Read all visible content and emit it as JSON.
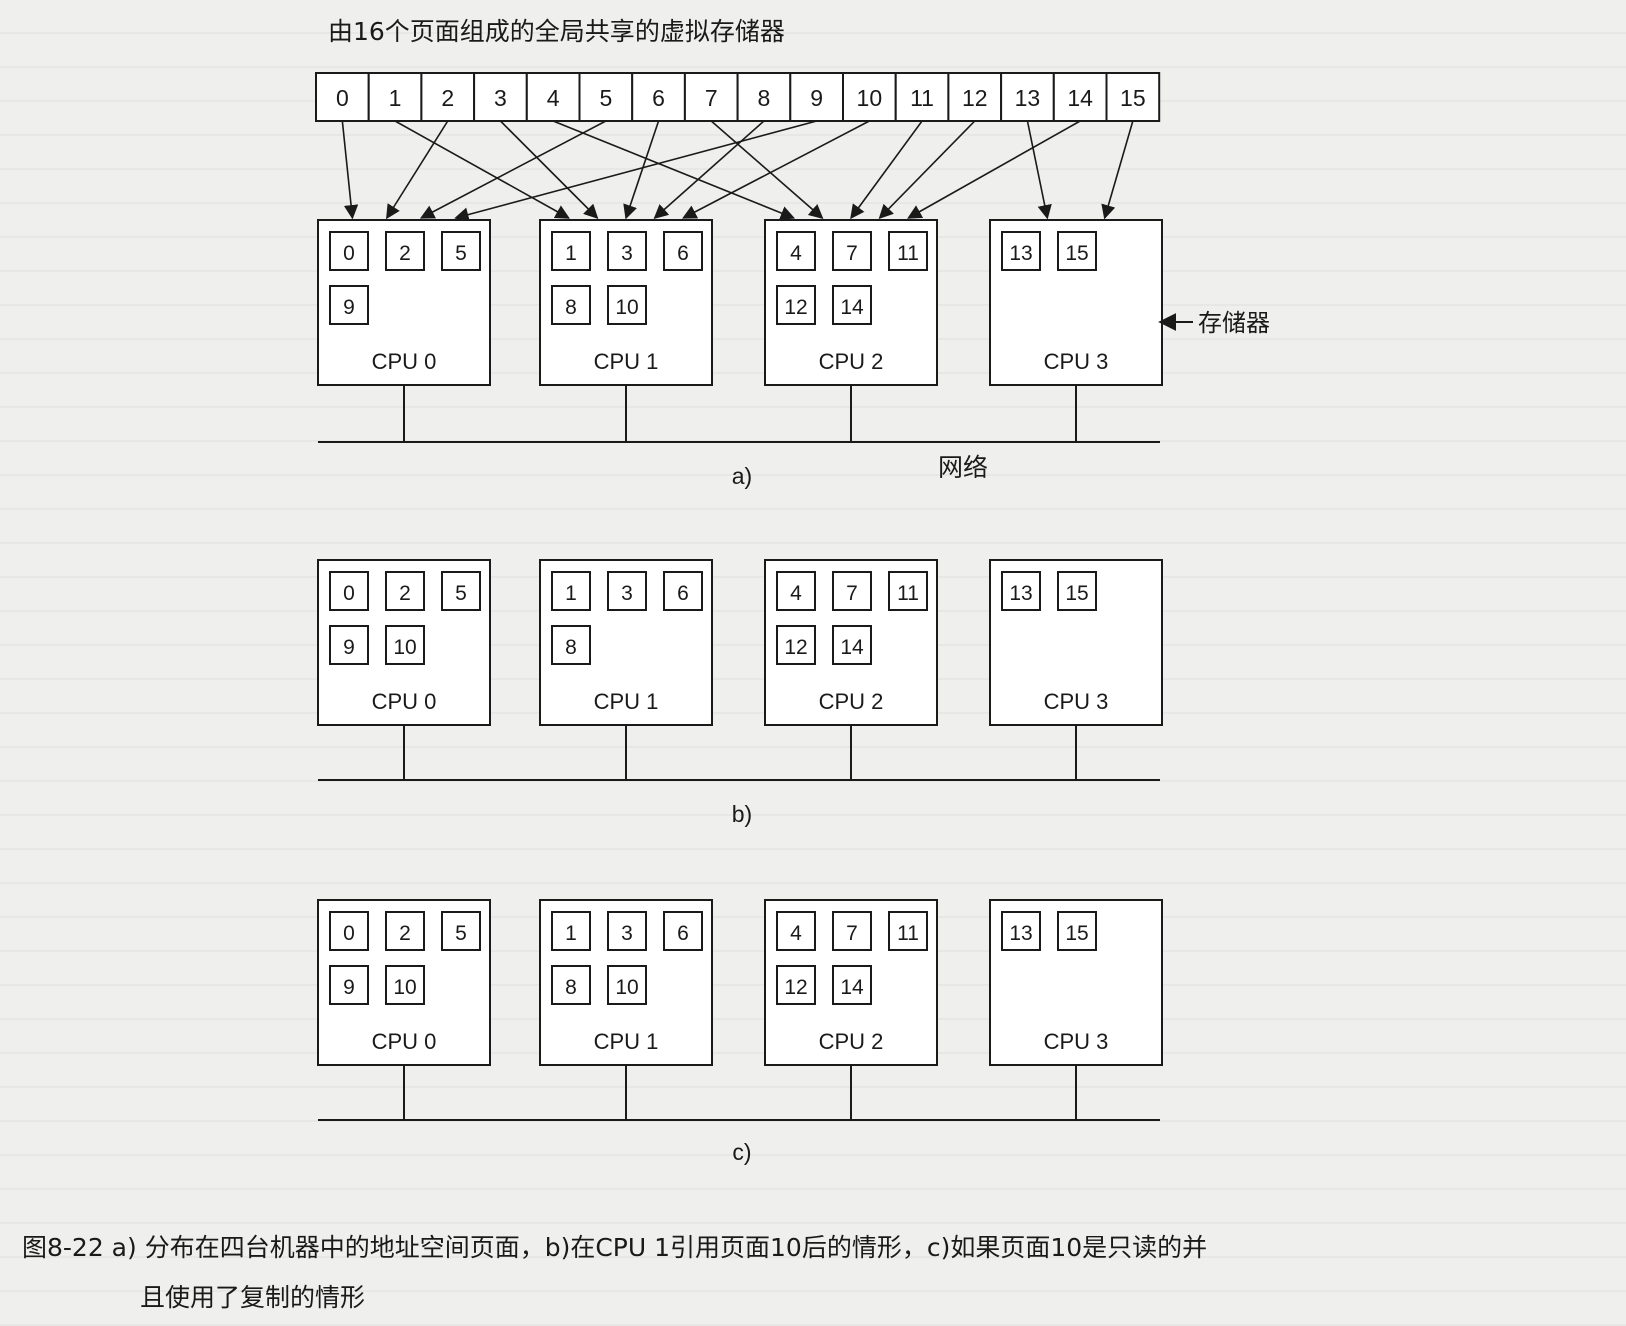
{
  "diagram": {
    "top_title": "由16个页面组成的全局共享的虚拟存储器",
    "pages": [
      "0",
      "1",
      "2",
      "3",
      "4",
      "5",
      "6",
      "7",
      "8",
      "9",
      "10",
      "11",
      "12",
      "13",
      "14",
      "15"
    ],
    "memory_label": "存储器",
    "network_label": "网络",
    "panels": [
      {
        "label": "a)",
        "cpus": [
          {
            "name": "CPU 0",
            "pages": [
              "0",
              "2",
              "5",
              "9"
            ]
          },
          {
            "name": "CPU 1",
            "pages": [
              "1",
              "3",
              "6",
              "8",
              "10"
            ]
          },
          {
            "name": "CPU 2",
            "pages": [
              "4",
              "7",
              "11",
              "12",
              "14"
            ]
          },
          {
            "name": "CPU 3",
            "pages": [
              "13",
              "15"
            ]
          }
        ]
      },
      {
        "label": "b)",
        "cpus": [
          {
            "name": "CPU 0",
            "pages": [
              "0",
              "2",
              "5",
              "9",
              "10"
            ]
          },
          {
            "name": "CPU 1",
            "pages": [
              "1",
              "3",
              "6",
              "8"
            ]
          },
          {
            "name": "CPU 2",
            "pages": [
              "4",
              "7",
              "11",
              "12",
              "14"
            ]
          },
          {
            "name": "CPU 3",
            "pages": [
              "13",
              "15"
            ]
          }
        ]
      },
      {
        "label": "c)",
        "cpus": [
          {
            "name": "CPU 0",
            "pages": [
              "0",
              "2",
              "5",
              "9",
              "10"
            ]
          },
          {
            "name": "CPU 1",
            "pages": [
              "1",
              "3",
              "6",
              "8",
              "10"
            ]
          },
          {
            "name": "CPU 2",
            "pages": [
              "4",
              "7",
              "11",
              "12",
              "14"
            ]
          },
          {
            "name": "CPU 3",
            "pages": [
              "13",
              "15"
            ]
          }
        ]
      }
    ],
    "caption_line1": "图8-22   a) 分布在四台机器中的地址空间页面，b)在CPU 1引用页面10后的情形，c)如果页面10是只读的并",
    "caption_line2": "且使用了复制的情形",
    "colors": {
      "line": "#1a1a1a",
      "background": "#efefed",
      "box_fill": "#ffffff"
    }
  }
}
